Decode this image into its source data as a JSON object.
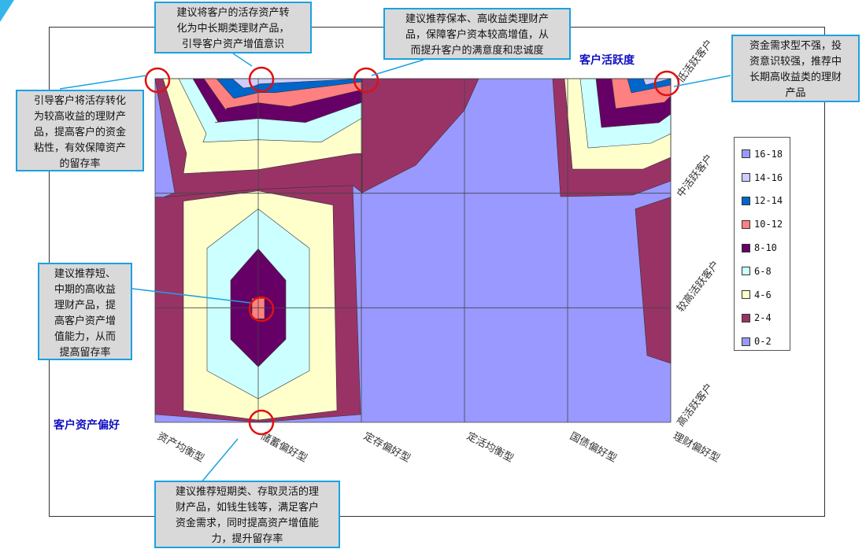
{
  "chart_data": {
    "type": "contour",
    "x_axis_title": "客户资产偏好",
    "y_axis_title": "客户活跃度",
    "x_categories": [
      "资产均衡型",
      "储蓄偏好型",
      "定存偏好型",
      "定活均衡型",
      "国债偏好型",
      "理财偏好型"
    ],
    "y_categories": [
      "低活跃客户",
      "中活跃客户",
      "较高活跃客户",
      "高活跃客户"
    ],
    "legend": [
      {
        "label": "16-18",
        "color": "#9999ff"
      },
      {
        "label": "14-16",
        "color": "#ccccff"
      },
      {
        "label": "12-14",
        "color": "#0066cc"
      },
      {
        "label": "10-12",
        "color": "#ff8080"
      },
      {
        "label": "8-10",
        "color": "#660066"
      },
      {
        "label": "6-8",
        "color": "#ccffff"
      },
      {
        "label": "4-6",
        "color": "#ffffcc"
      },
      {
        "label": "2-4",
        "color": "#993366"
      },
      {
        "label": "0-2",
        "color": "#9999ff"
      }
    ]
  },
  "callouts": {
    "top_center": "建议将客户的活存资产转\n化为中长期类理财产品，\n引导客户资产增值意识",
    "top_right_center": "建议推荐保本、高收益类理财产\n品，保障客户资本较高增值，从\n而提升客户的满意度和忠诚度",
    "top_right": "资金需求型不强，投\n资意识较强，推荐中\n长期高收益类的理财\n产品",
    "left_upper": "引导客户将活存转化\n为较高收益的理财产\n品，提高客户的资金\n粘性，有效保障资产\n的留存率",
    "left_middle": "建议推荐短、\n中期的高收益\n理财产品，提\n高客户资产增\n值能力，从而\n提高留存率",
    "bottom": "建议推荐短期类、存取灵活的理\n财产品，如钱生钱等，满足客户\n资金需求，同时提高资产增值能\n力，提升留存率"
  }
}
